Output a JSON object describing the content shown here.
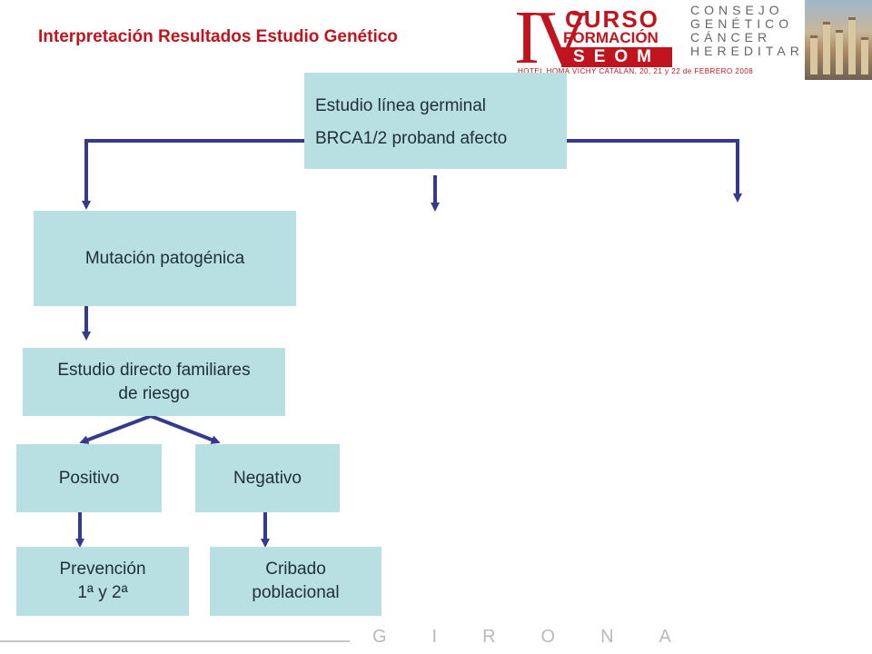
{
  "header": {
    "title": "Interpretación Resultados Estudio Genético"
  },
  "logo": {
    "roman": "IV",
    "curso": "CURSO",
    "formacion": "FORMACIÓN",
    "seom": "SEOM",
    "consejo_lines": [
      "CONSEJO",
      "GENÉTICO",
      "CÁNCER",
      "HEREDITARIO"
    ],
    "event": "HOTEL HOMA VICHY CATALAN, 20, 21 y 22 de FEBRERO 2008"
  },
  "boxes": {
    "germinal": {
      "line1": "Estudio línea germinal",
      "line2": "BRCA1/2 proband afecto"
    },
    "mutacion": {
      "label": "Mutación patogénica"
    },
    "estudio": {
      "line1": "Estudio directo familiares",
      "line2": "de riesgo"
    },
    "positivo": {
      "label": "Positivo"
    },
    "negativo": {
      "label": "Negativo"
    },
    "prevencion": {
      "line1": "Prevención",
      "line2": "1ª  y 2ª"
    },
    "cribado": {
      "line1": "Cribado",
      "line2": "poblacional"
    }
  },
  "footer": {
    "city": "GIRONA"
  },
  "colors": {
    "box_fill": "#b8dfe2",
    "connector": "#343a8c",
    "title": "#c0141e"
  }
}
